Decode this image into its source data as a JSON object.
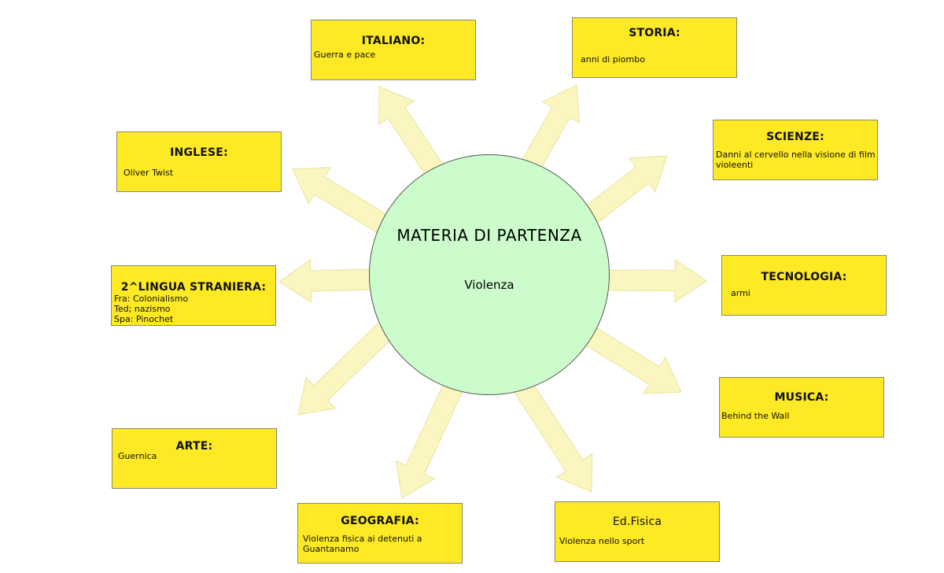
{
  "center": {
    "title": "MATERIA DI PARTENZA",
    "topic": "Violenza"
  },
  "subjects": {
    "italiano": {
      "title": "ITALIANO:",
      "lines": [
        "Guerra e pace"
      ]
    },
    "storia": {
      "title": "STORIA:",
      "lines": [
        "anni di piombo"
      ]
    },
    "inglese": {
      "title": "INGLESE:",
      "lines": [
        "Oliver Twist"
      ]
    },
    "scienze": {
      "title": "SCIENZE:",
      "lines": [
        "Danni al cervello nella visione di film",
        "violeenti"
      ]
    },
    "lingua2": {
      "title": "2^LINGUA STRANIERA:",
      "lines": [
        "Fra: Colonialismo",
        "Ted; nazismo",
        "Spa: Pinochet"
      ]
    },
    "tecnologia": {
      "title": "TECNOLOGIA:",
      "lines": [
        "armi"
      ]
    },
    "musica": {
      "title": "MUSICA:",
      "lines": [
        "Behind the Wall"
      ]
    },
    "arte": {
      "title": "ARTE:",
      "lines": [
        "Guernica"
      ]
    },
    "geografia": {
      "title": "GEOGRAFIA:",
      "lines": [
        "Violenza fisica ai detenuti a",
        "Guantanamo"
      ]
    },
    "edfisica": {
      "title": "Ed.Fisica",
      "lines": [
        "Violenza nello sport"
      ]
    }
  },
  "colors": {
    "box_fill": "#fde924",
    "circle_fill": "#ccfccc",
    "arrow_fill": "#fbf6bf",
    "arrow_stroke": "#e8e2a0"
  }
}
